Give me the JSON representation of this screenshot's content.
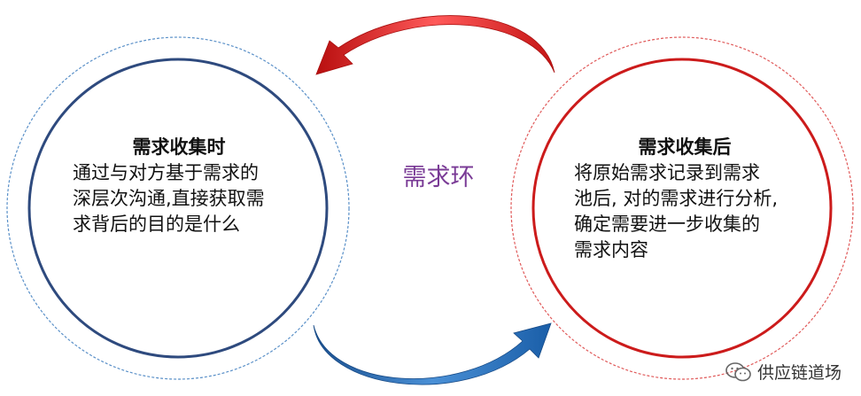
{
  "left_circle": {
    "heading": "需求收集时",
    "body_lines": [
      "通过与对方基于需求的",
      "深层次沟通,直接获取需",
      "求背后的目的是什么"
    ],
    "ring_color": "#2e4a7e",
    "dashed_color": "#5a90c8"
  },
  "right_circle": {
    "heading": "需求收集后",
    "body_lines": [
      "将原始需求记录到需求",
      "池后, 对的需求进行分析,",
      "确定需要进一步收集的",
      "需求内容"
    ],
    "ring_color": "#cc1b1b",
    "dashed_color": "#e05a5a"
  },
  "center": {
    "label": "需求环",
    "color": "#7a3b96"
  },
  "arrows": {
    "top_color": "#d81e1e",
    "bottom_color": "#1f63a8"
  },
  "watermark": {
    "text": "供应链道场",
    "icon": "wechat-icon"
  }
}
